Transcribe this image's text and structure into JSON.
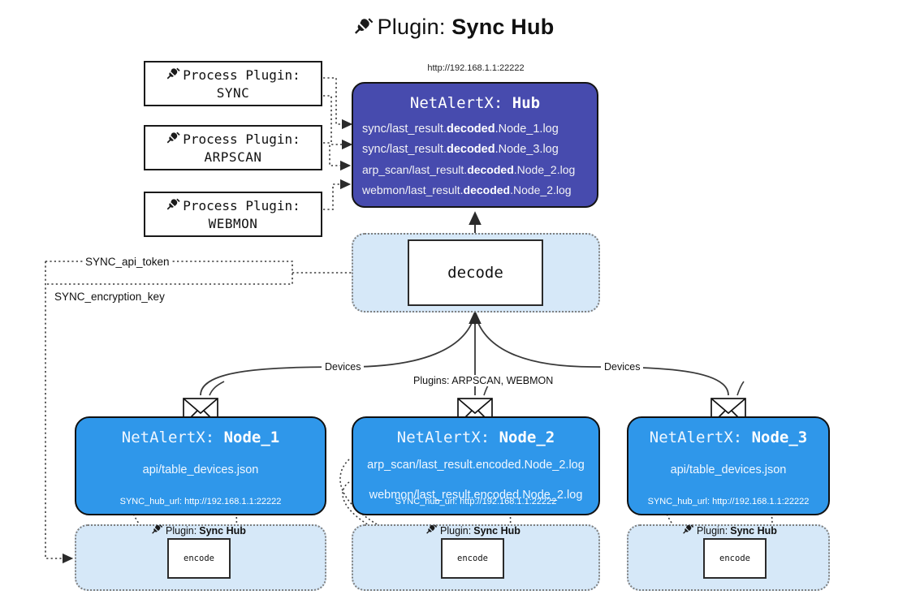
{
  "header": {
    "icon": "plug-icon",
    "prefix": "Plugin: ",
    "title": "Sync Hub",
    "hub_url": "http://192.168.1.1:22222"
  },
  "process_plugins": [
    {
      "icon": "plug-icon",
      "line1": "Process Plugin:",
      "line2": "SYNC"
    },
    {
      "icon": "plug-icon",
      "line1": "Process Plugin:",
      "line2": "ARPSCAN"
    },
    {
      "icon": "plug-icon",
      "line1": "Process Plugin:",
      "line2": "WEBMON"
    }
  ],
  "hub": {
    "title_prefix": "NetAlertX: ",
    "title_name": "Hub",
    "logs": [
      {
        "pre": "sync/last_result.",
        "bold": "decoded",
        "post": ".Node_1.log"
      },
      {
        "pre": "sync/last_result.",
        "bold": "decoded",
        "post": ".Node_3.log"
      },
      {
        "pre": "arp_scan/last_result.",
        "bold": "decoded",
        "post": ".Node_2.log"
      },
      {
        "pre": "webmon/last_result.",
        "bold": "decoded",
        "post": ".Node_2.log"
      }
    ]
  },
  "decode": {
    "label": "decode"
  },
  "keys": {
    "api_token": "SYNC_api_token",
    "encryption_key": "SYNC_encryption_key"
  },
  "edge_labels": {
    "devices_left": "Devices",
    "devices_right": "Devices",
    "plugins_center": "Plugins: ARPSCAN, WEBMON"
  },
  "nodes": [
    {
      "title_prefix": "NetAlertX: ",
      "title_name": "Node_1",
      "logs": [
        "api/table_devices.json"
      ],
      "hub_url_label": "SYNC_hub_url: http://192.168.1.1:22222",
      "envelope_icon": "envelope-icon",
      "plugin_label_icon": "plug-icon",
      "plugin_label_prefix": "Plugin: ",
      "plugin_label_name": "Sync Hub",
      "encode_label": "encode"
    },
    {
      "title_prefix": "NetAlertX: ",
      "title_name": "Node_2",
      "logs": [
        "arp_scan/last_result.encoded.Node_2.log",
        "webmon/last_result.encoded.Node_2.log"
      ],
      "hub_url_label": "SYNC_hub_url: http://192.168.1.1:22222",
      "envelope_icon": "envelope-icon",
      "plugin_label_icon": "plug-icon",
      "plugin_label_prefix": "Plugin: ",
      "plugin_label_name": "Sync Hub",
      "encode_label": "encode"
    },
    {
      "title_prefix": "NetAlertX: ",
      "title_name": "Node_3",
      "logs": [
        "api/table_devices.json"
      ],
      "hub_url_label": "SYNC_hub_url: http://192.168.1.1:22222",
      "envelope_icon": "envelope-icon",
      "plugin_label_icon": "plug-icon",
      "plugin_label_prefix": "Plugin: ",
      "plugin_label_name": "Sync Hub",
      "encode_label": "encode"
    }
  ],
  "colors": {
    "hub_fill": "#474bae",
    "node_fill": "#2f97ea",
    "band_fill": "#d6e8f8",
    "band_border": "#7f7f7f",
    "line": "#3a3a3a",
    "text": "#111111"
  }
}
